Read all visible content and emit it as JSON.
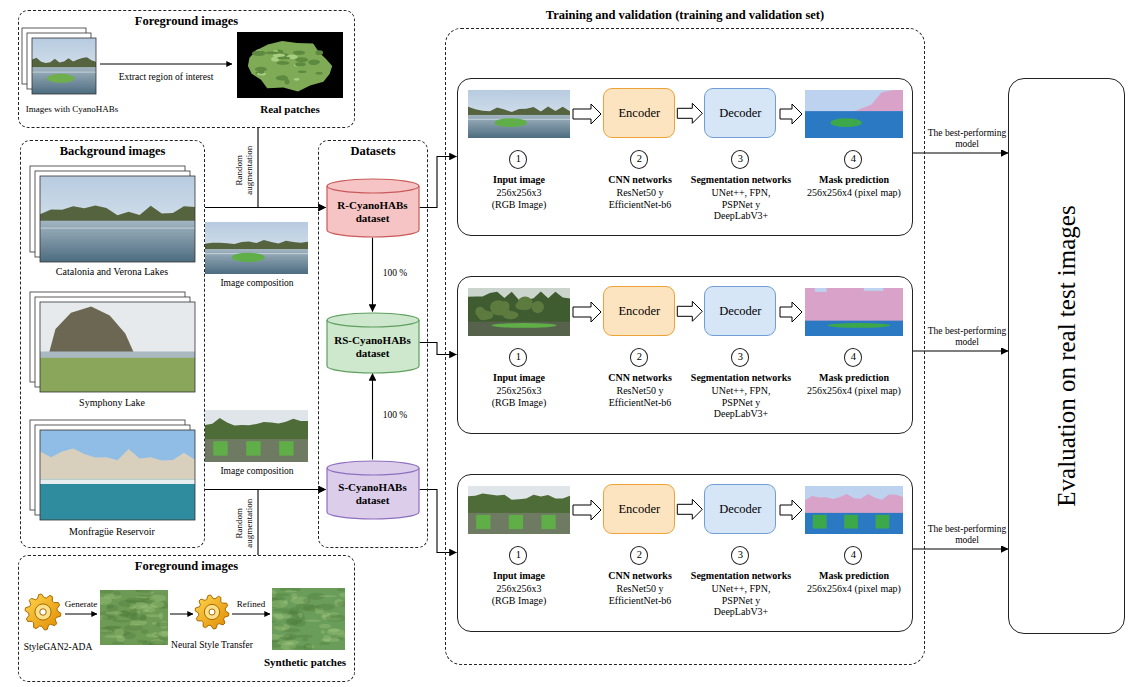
{
  "diagram": {
    "nodes": [
      {
        "text": [
          "Foreground images"
        ]
      },
      {
        "text": [
          "Background images"
        ]
      },
      {
        "text": [
          "Datasets"
        ]
      },
      {
        "text": [
          "R-CyanoHABs dataset"
        ],
        "in": 2
      },
      {
        "text": [
          "RS-CyanoHABs dataset"
        ],
        "in": 2
      },
      {
        "text": [
          "S-CyanoHABs dataset"
        ],
        "in": 2
      },
      {
        "text": [
          "Foreground images"
        ]
      },
      {
        "text": [
          "Training and validation (training and validation set)"
        ]
      },
      {
        "text": [],
        "in": 7
      },
      {
        "text": [
          "1"
        ],
        "in": 8
      },
      {
        "text": [
          "Encoder"
        ],
        "in": 8
      },
      {
        "text": [
          "2"
        ],
        "in": 8
      },
      {
        "text": [
          "Decoder"
        ],
        "in": 8
      },
      {
        "text": [
          "3"
        ],
        "in": 8
      },
      {
        "text": [
          "4"
        ],
        "in": 8
      },
      {
        "text": [],
        "in": 7
      },
      {
        "text": [
          "1"
        ],
        "in": 15
      },
      {
        "text": [
          "Encoder"
        ],
        "in": 15
      },
      {
        "text": [
          "2"
        ],
        "in": 15
      },
      {
        "text": [
          "Decoder"
        ],
        "in": 15
      },
      {
        "text": [
          "3"
        ],
        "in": 15
      },
      {
        "text": [
          "4"
        ],
        "in": 15
      },
      {
        "text": [],
        "in": 7
      },
      {
        "text": [
          "1"
        ],
        "in": 22
      },
      {
        "text": [
          "Encoder"
        ],
        "in": 22
      },
      {
        "text": [
          "2"
        ],
        "in": 22
      },
      {
        "text": [
          "Decoder"
        ],
        "in": 22
      },
      {
        "text": [
          "3"
        ],
        "in": 22
      },
      {
        "text": [
          "4"
        ],
        "in": 22
      },
      {
        "text": [
          "Evaluation on real test images"
        ]
      }
    ],
    "edges": [
      {
        "from": 0,
        "to": 3,
        "arrow": "to",
        "label": "Random augmentation"
      },
      {
        "from": 1,
        "to": 3,
        "arrow": "to"
      },
      {
        "from": 3,
        "to": 4,
        "arrow": "to",
        "label": "100 %"
      },
      {
        "from": 5,
        "to": 4,
        "arrow": "to",
        "label": "100 %"
      },
      {
        "from": 1,
        "to": 5,
        "arrow": "to"
      },
      {
        "from": 6,
        "to": 5,
        "arrow": "to",
        "label": "Random augmentation"
      },
      {
        "from": 3,
        "to": 8,
        "arrow": "to"
      },
      {
        "from": 4,
        "to": 15,
        "arrow": "to"
      },
      {
        "from": 5,
        "to": 22,
        "arrow": "to"
      },
      {
        "from": 10,
        "to": 12,
        "arrow": "to"
      },
      {
        "from": 17,
        "to": 19,
        "arrow": "to"
      },
      {
        "from": 24,
        "to": 26,
        "arrow": "to"
      },
      {
        "from": 8,
        "to": 29,
        "arrow": "to",
        "label": "The best-performing model"
      },
      {
        "from": 15,
        "to": 29,
        "arrow": "to",
        "label": "The best-performing model"
      },
      {
        "from": 22,
        "to": 29,
        "arrow": "to",
        "label": "The best-performing model"
      }
    ],
    "labels": [
      "Images with CyanoHABs",
      "Extract region of interest",
      "Real patches",
      "Catalonia and Verona Lakes",
      "Image composition",
      "Symphony Lake",
      "Image composition",
      "Monfragüe Reservoir",
      "Generate",
      "Refined",
      "StyleGAN2-ADA",
      "Neural Style Transfer",
      "Synthetic patches",
      "Input image",
      "256x256x3 (RGB Image)",
      "CNN networks",
      "ResNet50 y EfficientNet-b6",
      "Segmentation networks",
      "UNet++, FPN, PSPNet y DeepLabV3+",
      "Mask prediction",
      "256x256x4 (pixel map)",
      "Input image",
      "256x256x3 (RGB Image)",
      "CNN networks",
      "ResNet50 y EfficientNet-b6",
      "Segmentation networks",
      "UNet++, FPN, PSPNet y DeepLabV3+",
      "Mask prediction",
      "256x256x4 (pixel map)",
      "Input image",
      "256x256x3 (RGB Image)",
      "CNN networks",
      "ResNet50 y EfficientNet-b6",
      "Segmentation networks",
      "UNet++, FPN, PSPNet y DeepLabV3+",
      "Mask prediction",
      "256x256x4 (pixel map)"
    ]
  }
}
